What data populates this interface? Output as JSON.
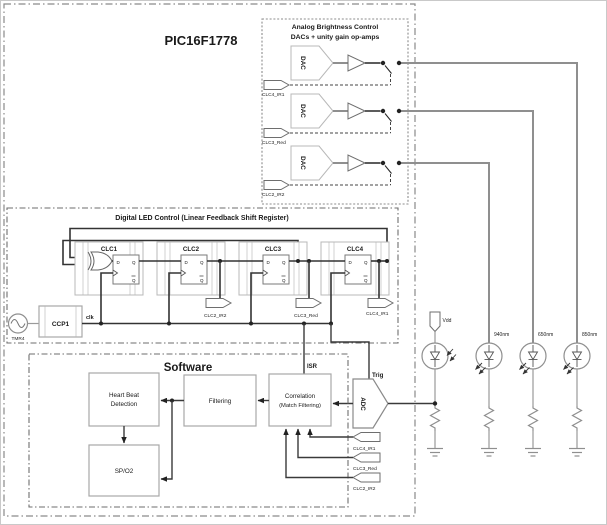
{
  "page": {
    "title": "PIC16F1778"
  },
  "analog": {
    "title_line1": "Analog Brightness Control",
    "title_line2": "DACs + unity gain op-amps",
    "rows": [
      {
        "dac": "DAC",
        "pin": "CLC4_IR1"
      },
      {
        "dac": "DAC",
        "pin": "CLC3_Red"
      },
      {
        "dac": "DAC",
        "pin": "CLC2_IR2"
      }
    ]
  },
  "digital": {
    "title": "Digital LED Control (Linear Feedback Shift Register)",
    "clc_labels": [
      "CLC1",
      "CLC2",
      "CLC3",
      "CLC4"
    ],
    "ff": {
      "d": "D",
      "q": "Q",
      "qn": "Q"
    },
    "output_pins": [
      "CLC2_IR2",
      "CLC3_Red",
      "CLC4_IR1"
    ],
    "ccp1": "CCP1",
    "tmr4": "TMR4",
    "clk": "clk"
  },
  "software": {
    "title": "Software",
    "heartbeat_line1": "Heart Beat",
    "heartbeat_line2": "Detection",
    "filtering": "Filtering",
    "correlation_line1": "Correlation",
    "correlation_line2": "(Match Filtering)",
    "spo2": "SP/O2",
    "isr": "ISR"
  },
  "adc": {
    "label": "ADC",
    "trig": "Trig"
  },
  "sensors": {
    "vdd": "Vdd",
    "led_labels": [
      "940nm",
      "650nm",
      "850nm"
    ],
    "feedback_pins": [
      "CLC4_IR1",
      "CLC3_Red",
      "CLC2_IR2"
    ]
  }
}
